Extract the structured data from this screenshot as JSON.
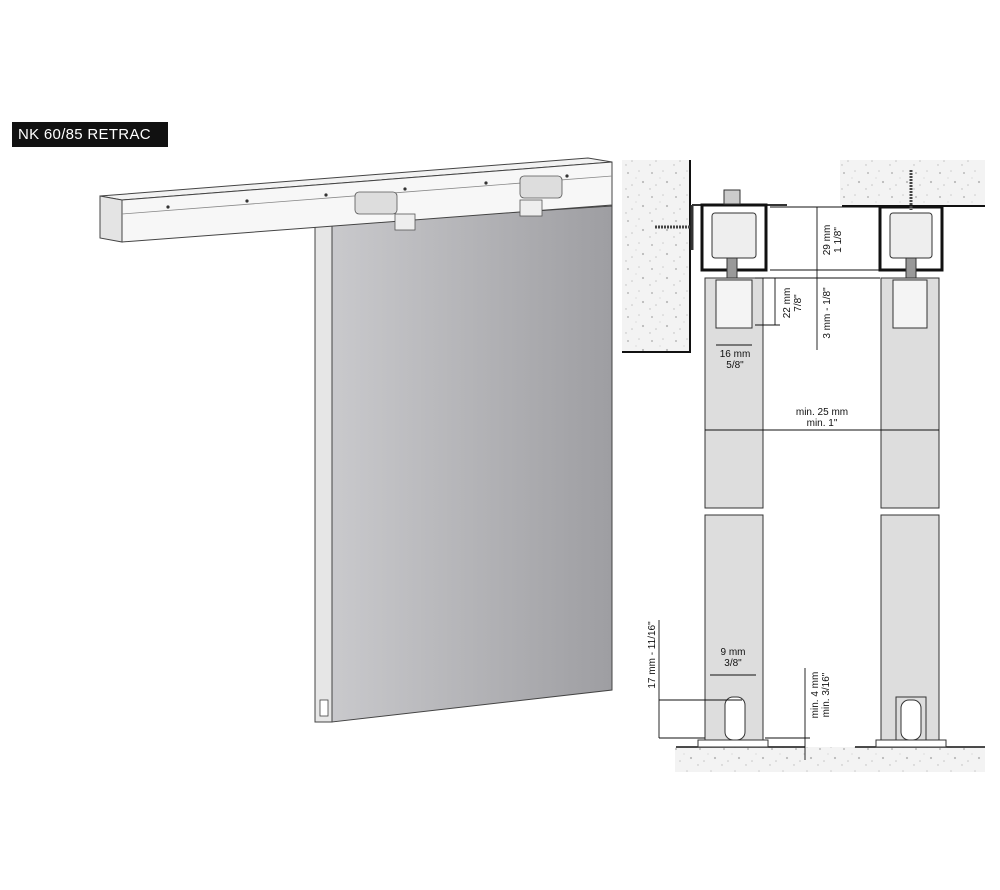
{
  "title": "NK 60/85 RETRAC",
  "dimensions": {
    "track_height": {
      "mm": "29 mm",
      "in": "1 1/8\""
    },
    "hanger_height": {
      "mm": "22 mm",
      "in": "7/8\""
    },
    "gap_top": "3 mm - 1/8\"",
    "hanger_width": {
      "mm": "16 mm",
      "in": "5/8\""
    },
    "door_spacing": {
      "mm": "min. 25 mm",
      "in": "min. 1\""
    },
    "groove_depth": "17 mm - 11/16\"",
    "groove_width": {
      "mm": "9 mm",
      "in": "3/8\""
    },
    "floor_gap": {
      "mm": "min. 4 mm",
      "in": "min. 3/16\""
    }
  }
}
